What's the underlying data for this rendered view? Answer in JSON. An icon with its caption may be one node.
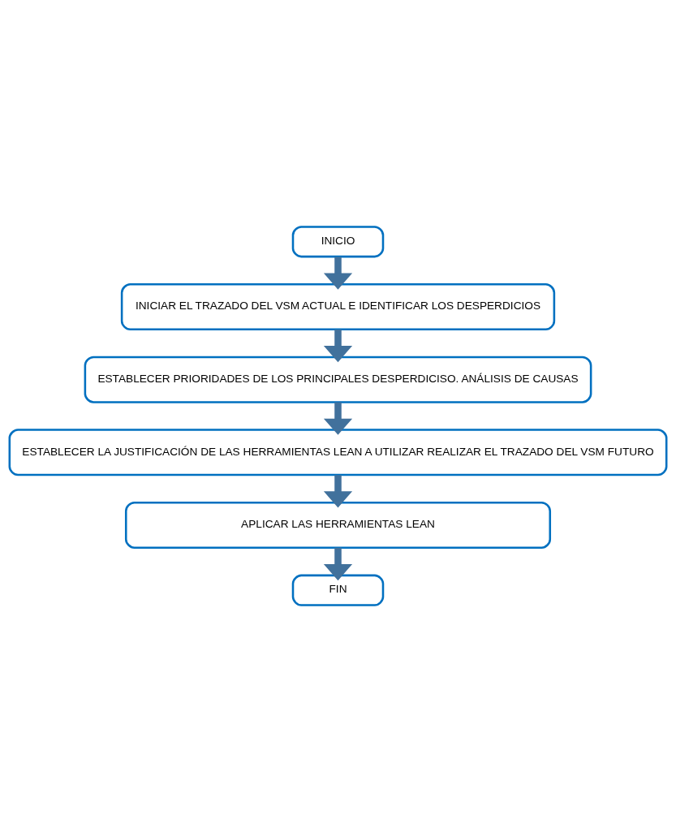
{
  "diagram": {
    "nodes": [
      {
        "text": [
          "INICIO"
        ]
      },
      {
        "text": [
          "INICIAR EL TRAZADO DEL VSM ACTUAL E IDENTIFICAR LOS DESPERDICIOS"
        ]
      },
      {
        "text": [
          "ESTABLECER PRIORIDADES DE LOS PRINCIPALES DESPERDICISO. ANÁLISIS DE CAUSAS"
        ]
      },
      {
        "text": [
          "ESTABLECER LA JUSTIFICACIÓN DE LAS HERRAMIENTAS LEAN A UTILIZAR REALIZAR EL TRAZADO DEL VSM FUTURO"
        ]
      },
      {
        "text": [
          "APLICAR LAS HERRAMIENTAS LEAN"
        ]
      },
      {
        "text": [
          "FIN"
        ]
      }
    ],
    "edges": [
      {
        "from": 0,
        "to": 1,
        "arrow": "to"
      },
      {
        "from": 1,
        "to": 2,
        "arrow": "to"
      },
      {
        "from": 2,
        "to": 3,
        "arrow": "to"
      },
      {
        "from": 3,
        "to": 4,
        "arrow": "to"
      },
      {
        "from": 4,
        "to": 5,
        "arrow": "to"
      }
    ]
  }
}
